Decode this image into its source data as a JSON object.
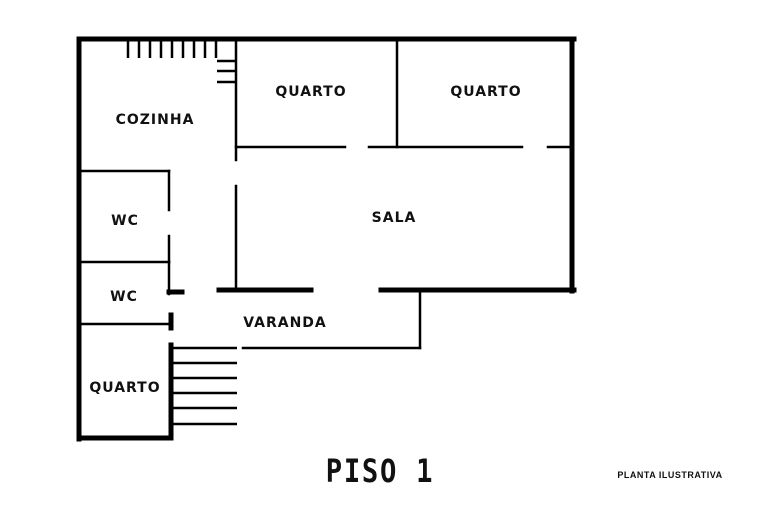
{
  "plan": {
    "rooms": {
      "cozinha": "COZINHA",
      "quarto_1": "QUARTO",
      "quarto_2": "QUARTO",
      "sala": "SALA",
      "wc_1": "WC",
      "wc_2": "WC",
      "varanda": "VARANDA",
      "quarto_3": "QUARTO"
    },
    "floor_title": "PISO 1",
    "note": "PLANTA ILUSTRATIVA"
  }
}
